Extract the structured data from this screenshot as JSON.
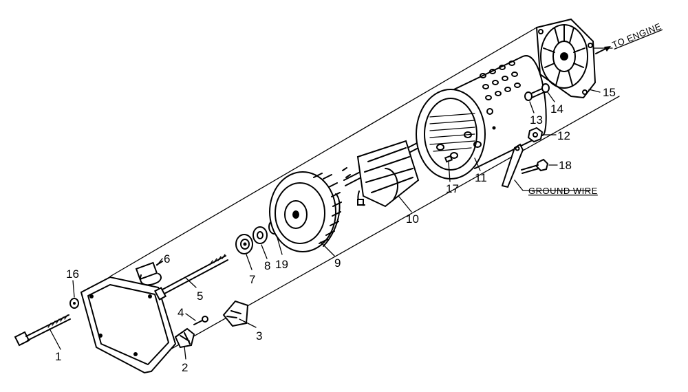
{
  "callouts": {
    "c1": "1",
    "c2": "2",
    "c3": "3",
    "c4": "4",
    "c5": "5",
    "c6": "6",
    "c7": "7",
    "c8": "8",
    "c9": "9",
    "c10": "10",
    "c11": "11",
    "c12": "12",
    "c13": "13",
    "c14": "14",
    "c15": "15",
    "c16": "16",
    "c17": "17",
    "c18": "18",
    "c19": "19"
  },
  "annotations": {
    "to_engine": "TO ENGINE",
    "ground_wire": "GROUND WIRE"
  }
}
